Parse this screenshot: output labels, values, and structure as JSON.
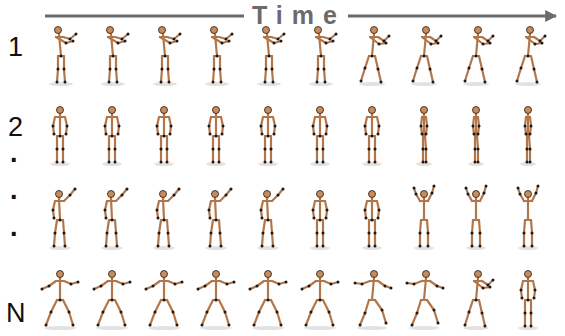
{
  "diagram": {
    "labels": [
      "Time",
      "1",
      "2",
      ".",
      ".",
      ".",
      "N"
    ]
  }
}
